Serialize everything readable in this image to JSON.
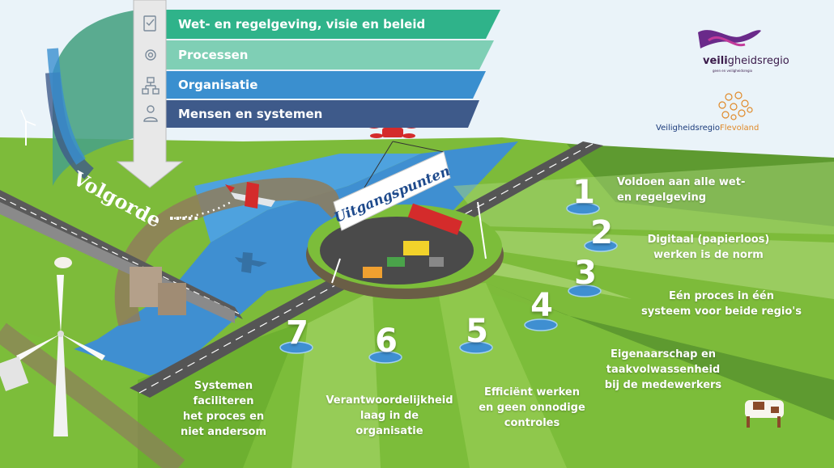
{
  "layers": [
    {
      "label": "Wet- en regelgeving, visie en beleid",
      "icon": "document-check-icon",
      "color": "#2fb38a"
    },
    {
      "label": "Processen",
      "icon": "gear-icon",
      "color": "#7fcfb5"
    },
    {
      "label": "Organisatie",
      "icon": "org-chart-icon",
      "color": "#3a8fcf"
    },
    {
      "label": "Mensen en systemen",
      "icon": "person-icon",
      "color": "#3e5a8a"
    }
  ],
  "volgorde_label": "Volgorde",
  "uitgangspunten_sign": "Uitgangspunten",
  "principles": [
    {
      "number": "1",
      "text": "Voldoen aan alle wet-\nen regelgeving"
    },
    {
      "number": "2",
      "text": "Digitaal (papierloos)\nwerken is de norm"
    },
    {
      "number": "3",
      "text": "Eén proces in één\nsysteem voor beide regio's"
    },
    {
      "number": "4",
      "text": "Eigenaarschap en\ntaakvolwassenheid\nbij de medewerkers"
    },
    {
      "number": "5",
      "text": "Efficiënt werken\nen geen onnodige\ncontroles"
    },
    {
      "number": "6",
      "text": "Verantwoordelijkheid\nlaag in de\norganisatie"
    },
    {
      "number": "7",
      "text": "Systemen\nfaciliteren\nhet proces en\nniet andersom"
    }
  ],
  "logos": {
    "veiligheidsregio_prefix": "veili",
    "veiligheidsregio_suffix": "gheidsregio",
    "veiligheidsregio_tagline": "geen en veiligheidsregio",
    "flevoland_prefix": "Veiligheidsregio",
    "flevoland_suffix": "Flevoland"
  },
  "colors": {
    "grass_light": "#8cc63f",
    "grass_mid": "#6fae35",
    "grass_dark": "#4f8a2a",
    "water": "#3f8fd1",
    "road": "#5a5a5a",
    "sky": "#e9f2f8"
  }
}
